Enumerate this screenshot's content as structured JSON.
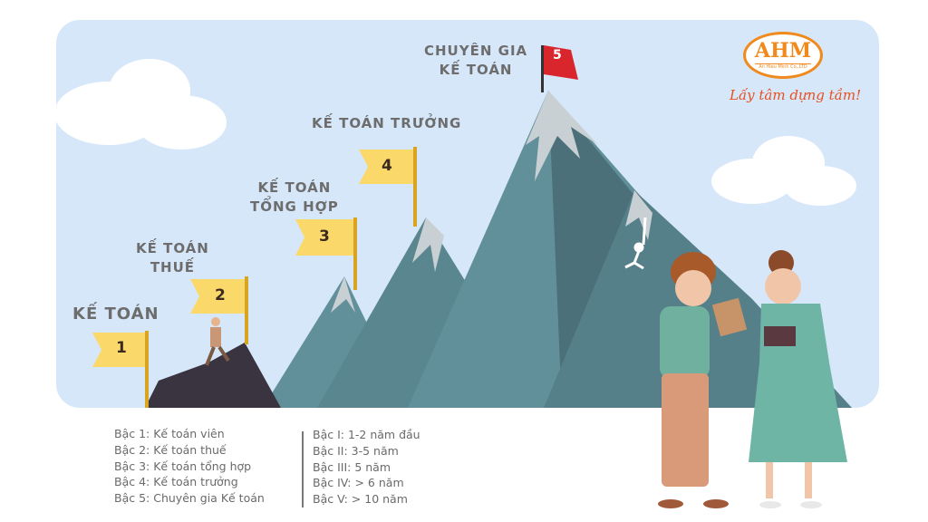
{
  "logo": {
    "mark": "AHM",
    "company": "An Hieu Minh Co.,LTD",
    "slogan": "Lấy tâm dựng tầm!"
  },
  "levels": [
    {
      "title": "KẾ TOÁN",
      "number": "1"
    },
    {
      "title": "KẾ TOÁN THUẾ",
      "line1": "KẾ TOÁN",
      "line2": "THUẾ",
      "number": "2"
    },
    {
      "title": "KẾ TOÁN TỔNG HỢP",
      "line1": "KẾ TOÁN",
      "line2": "TỔNG HỢP",
      "number": "3"
    },
    {
      "title": "KẾ TOÁN TRƯỞNG",
      "number": "4"
    },
    {
      "title": "CHUYÊN GIA KẾ TOÁN",
      "line1": "CHUYÊN GIA",
      "line2": "KẾ TOÁN",
      "number": "5"
    }
  ],
  "legend_roles": [
    "Bậc 1: Kế toán viên",
    "Bậc 2: Kế toán thuế",
    "Bậc 3: Kế toán tổng hợp",
    "Bậc 4: Kế toán trưởng",
    "Bậc 5: Chuyên gia Kế toán"
  ],
  "legend_years": [
    "Bậc I: 1-2 năm đầu",
    "Bậc II: 3-5 năm",
    "Bậc III: 5 năm",
    "Bậc IV: > 6 năm",
    "Bậc V: > 10 năm"
  ],
  "colors": {
    "sky": "#d7e7fa",
    "mountain": "#62909a",
    "mountain_dark": "#4b7079",
    "flag": "#fbd86a",
    "flag_top": "#d9262c",
    "logo": "#f08a1c"
  }
}
